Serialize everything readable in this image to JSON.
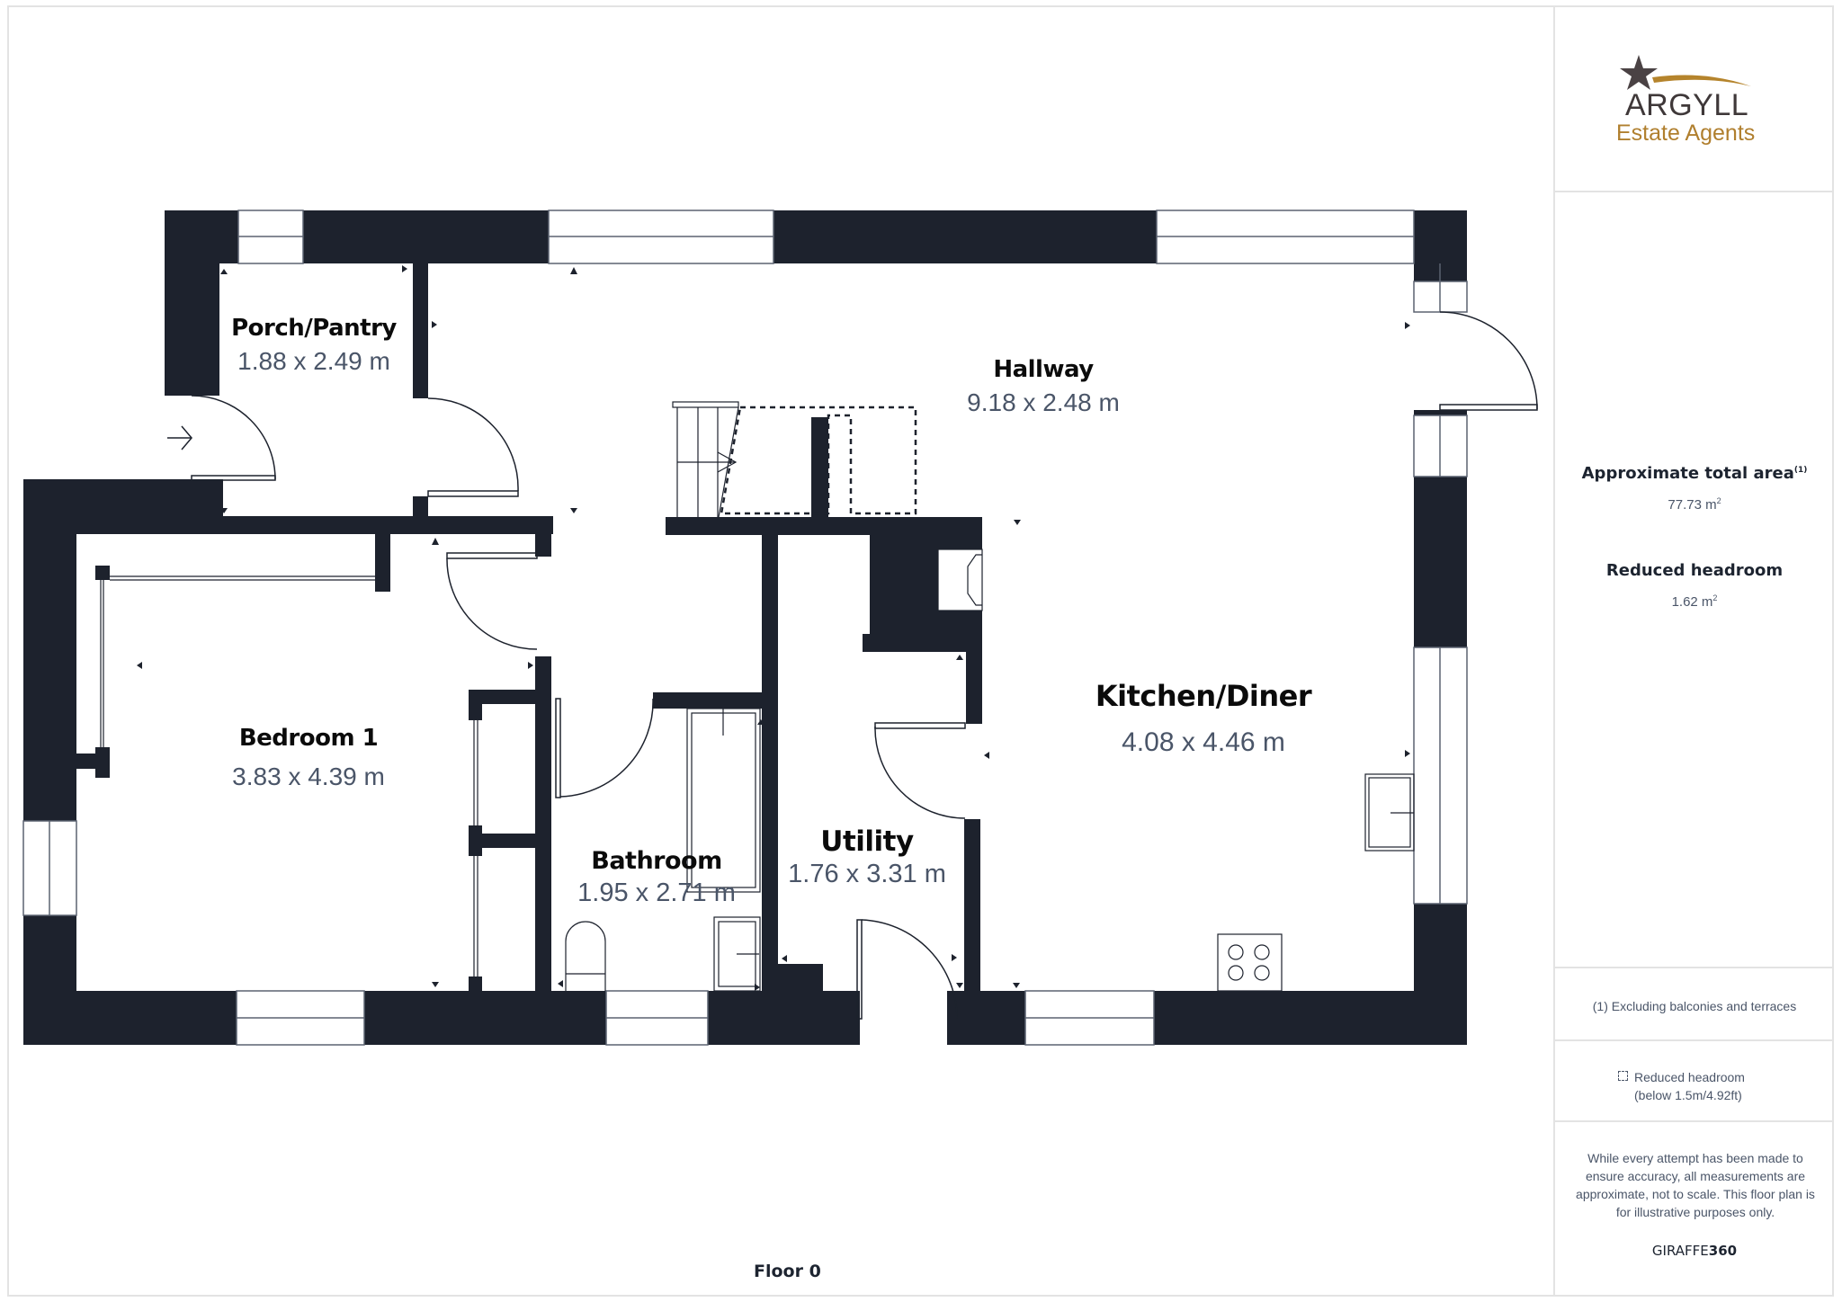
{
  "plan": {
    "floor_label": "Floor 0",
    "wall_color": "#1d222d",
    "rooms": [
      {
        "name": "Porch/Pantry",
        "dimensions": "1.88 x 2.49 m"
      },
      {
        "name": "Hallway",
        "dimensions": "9.18 x 2.48 m"
      },
      {
        "name": "Bedroom 1",
        "dimensions": "3.83 x 4.39 m"
      },
      {
        "name": "Kitchen/Diner",
        "dimensions": "4.08 x 4.46 m"
      },
      {
        "name": "Bathroom",
        "dimensions": "1.95 x 2.71 m"
      },
      {
        "name": "Utility",
        "dimensions": "1.76 x 3.31 m"
      }
    ],
    "entrance_icon": "arrow-right-icon"
  },
  "sidebar": {
    "logo": {
      "brand": "ARGYLL",
      "tagline": "Estate Agents",
      "star_color": "#4a4244",
      "swoosh_color": "#b5842c"
    },
    "total_area": {
      "label": "Approximate total area",
      "footnote_mark": "(1)",
      "value": "77.73 m",
      "unit_sup": "2"
    },
    "reduced_headroom": {
      "label": "Reduced headroom",
      "value": "1.62 m",
      "unit_sup": "2"
    },
    "footnote": "(1) Excluding balconies and terraces",
    "legend": {
      "icon": "dashed-square-icon",
      "line1": "Reduced headroom",
      "line2": "(below 1.5m/4.92ft)"
    },
    "disclaimer": "While every attempt has been made to ensure accuracy, all measurements are approximate, not to scale. This floor plan is for illustrative purposes only.",
    "credit": {
      "light": "GIRAFFE",
      "bold": "360"
    }
  }
}
